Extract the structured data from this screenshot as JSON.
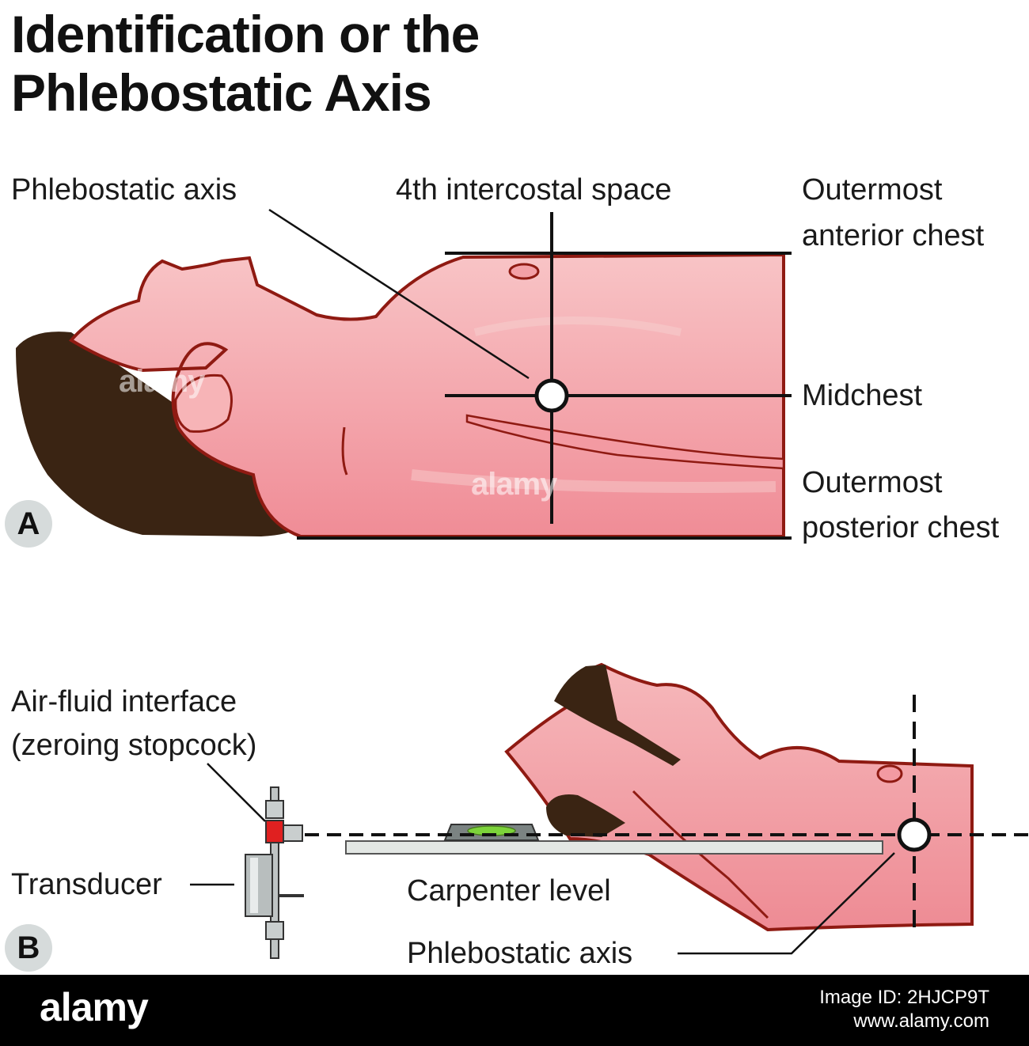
{
  "title_line1": "Identification or the",
  "title_line2": "Phlebostatic Axis",
  "panel_a": {
    "badge": "A",
    "label_phlebostatic_axis": "Phlebostatic axis",
    "label_4th_intercostal": "4th intercostal space",
    "label_outer_anterior_1": "Outermost",
    "label_outer_anterior_2": "anterior chest",
    "label_midchest": "Midchest",
    "label_outer_posterior_1": "Outermost",
    "label_outer_posterior_2": "posterior chest"
  },
  "panel_b": {
    "badge": "B",
    "label_air_fluid_1": "Air-fluid interface",
    "label_air_fluid_2": "(zeroing stopcock)",
    "label_transducer": "Transducer",
    "label_carpenter": "Carpenter level",
    "label_phlebostatic_axis": "Phlebostatic axis"
  },
  "watermark": "alamy",
  "footer": {
    "logo": "alamy",
    "image_id": "Image ID: 2HJCP9T",
    "site": "www.alamy.com"
  },
  "colors": {
    "skin": "#f4a4a8",
    "skin_light": "#f8c6c6",
    "outline": "#8f1a12",
    "hair": "#3a2413",
    "line": "#111111",
    "stopcock": "#e02020",
    "level_bubble": "#7cd33a"
  }
}
